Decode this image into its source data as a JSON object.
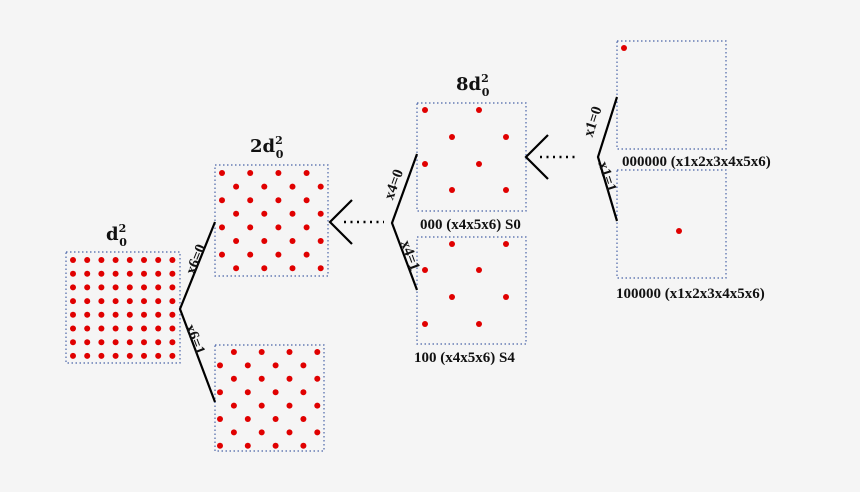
{
  "labels": {
    "d0": {
      "base": "d",
      "sup": "2",
      "sub": "0",
      "coef": ""
    },
    "d2": {
      "base": "d",
      "sup": "2",
      "sub": "0",
      "coef": "2"
    },
    "d8": {
      "base": "d",
      "sup": "2",
      "sub": "0",
      "coef": "8"
    }
  },
  "branches": {
    "x6_0": "x6=0",
    "x6_1": "x6=1",
    "x4_0": "x4=0",
    "x4_1": "x4=1",
    "x1_0": "x1=0",
    "x1_1": "x1=1"
  },
  "captions": {
    "c000": "000 (x4x5x6) S0",
    "c100": "100 (x4x5x6) S4",
    "c000000": "000000 (x1x2x3x4x5x6)",
    "c100000": "100000 (x1x2x3x4x5x6)"
  },
  "colors": {
    "dot": "#e00000",
    "frame": "#4a64a8",
    "background": "#f5f5f5"
  }
}
